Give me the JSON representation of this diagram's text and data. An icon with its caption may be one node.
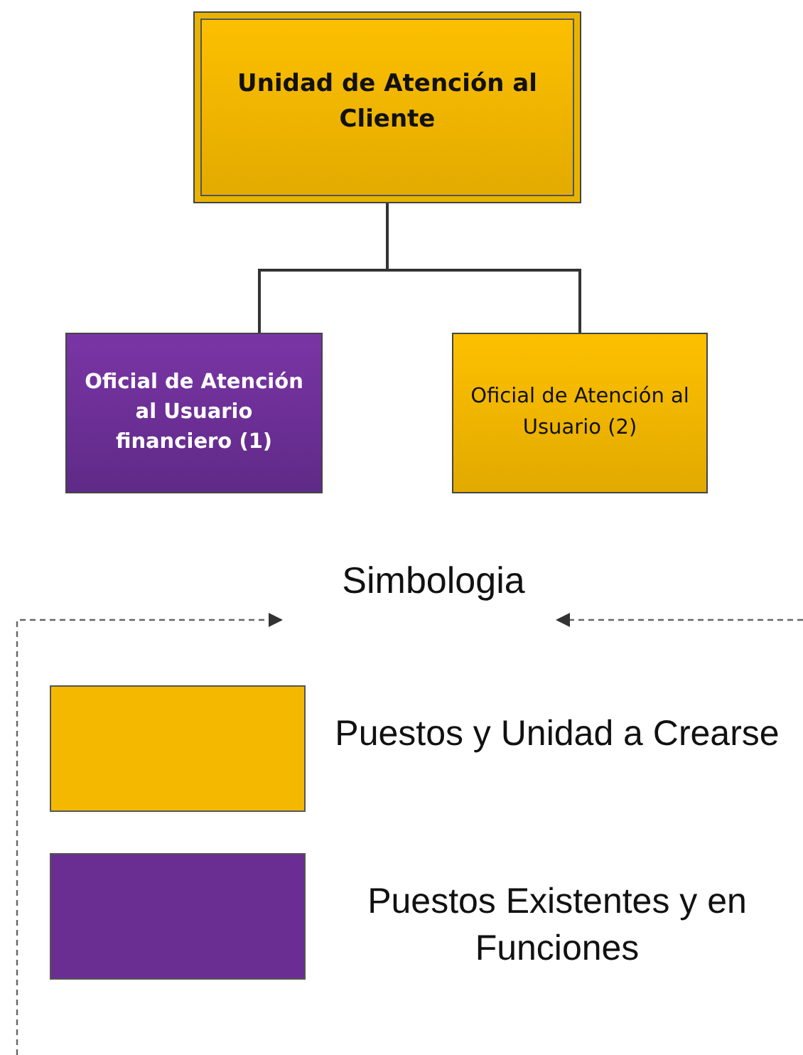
{
  "diagram": {
    "nodes": [
      {
        "text": [
          "Unidad de Atención al Cliente"
        ]
      },
      {
        "text": [
          "Oficial de Atención al Usuario financiero (1)"
        ]
      },
      {
        "text": [
          "Oficial de Atención al Usuario (2)"
        ]
      }
    ],
    "edges": [
      {
        "from": 0,
        "to": 1,
        "arrow": "none"
      },
      {
        "from": 0,
        "to": 2,
        "arrow": "none"
      }
    ],
    "labels": [
      "Simbologia"
    ],
    "legend": [
      {
        "text": "Puestos y Unidad a Crearse",
        "color": "#f5b800"
      },
      {
        "text": "Puestos Existentes y en Funciones",
        "color": "#6a2d91"
      }
    ]
  }
}
